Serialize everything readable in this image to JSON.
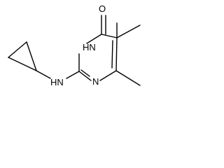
{
  "molecule": {
    "atoms": {
      "oxygen": "O",
      "nh_ring": "HN",
      "nh_amine": "HN",
      "n_ring": "N"
    },
    "colors": {
      "bond": "#000000",
      "background": "#ffffff",
      "label": "#000000"
    }
  }
}
